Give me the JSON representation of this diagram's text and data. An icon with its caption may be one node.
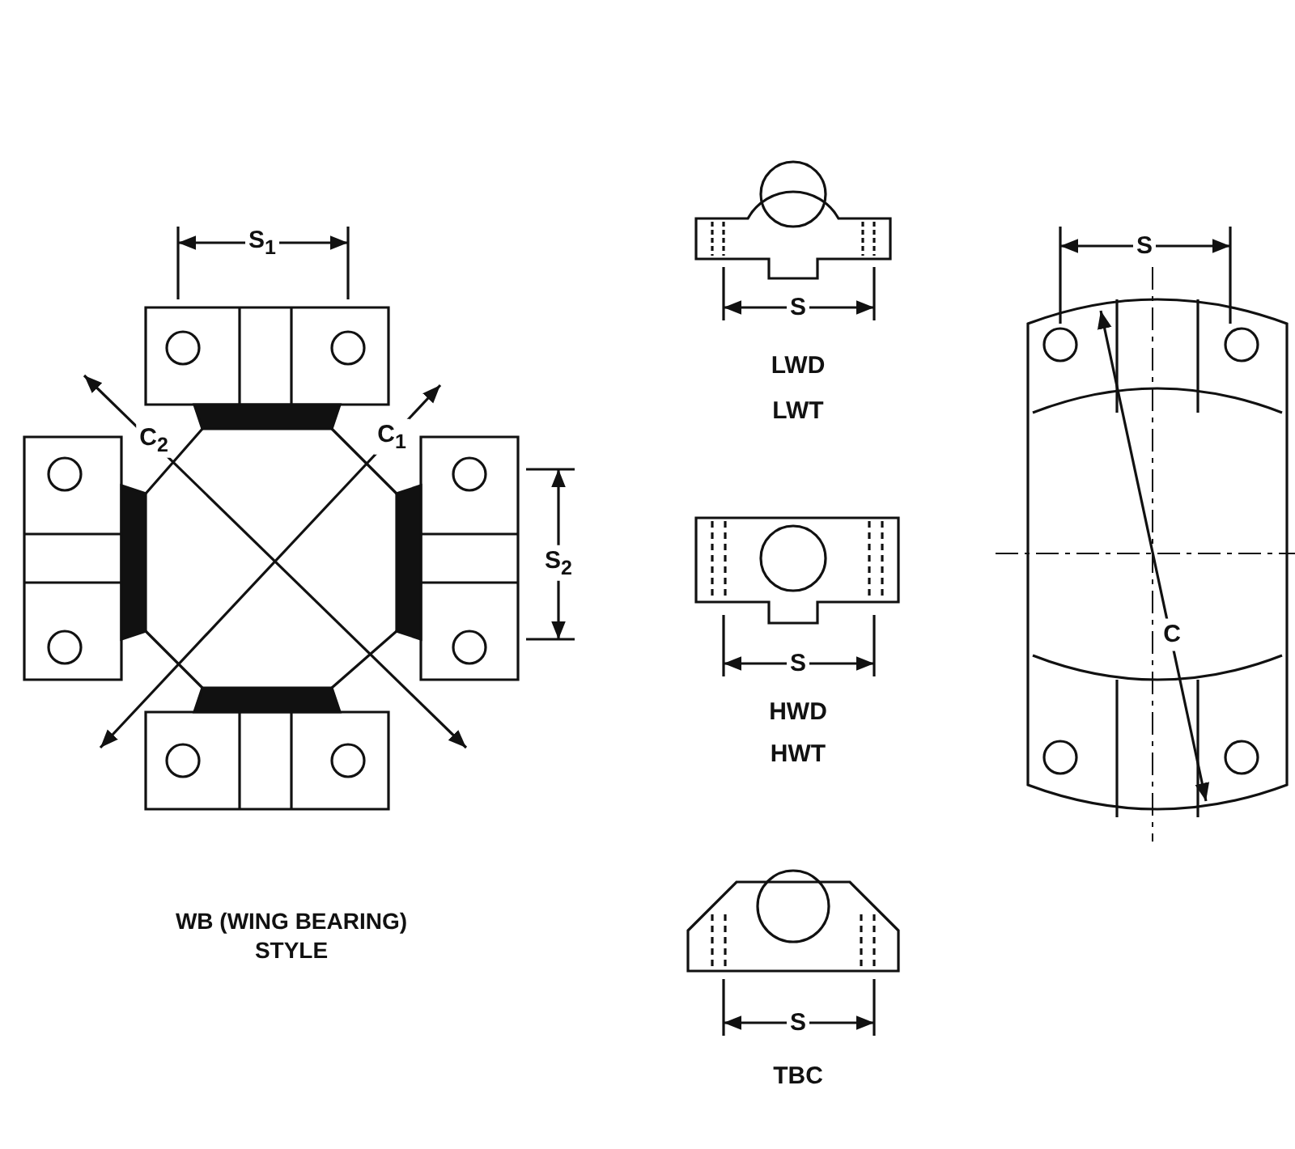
{
  "diagram": {
    "labels": [
      "S$_{1}$",
      "S",
      "S",
      "LWD",
      "LWT",
      "C$_{2}$",
      "C$_{1}$",
      "S$_{2}$",
      "C",
      "S",
      "HWD",
      "HWT",
      "WB (WING BEARING) STYLE",
      "S",
      "TBC"
    ]
  }
}
